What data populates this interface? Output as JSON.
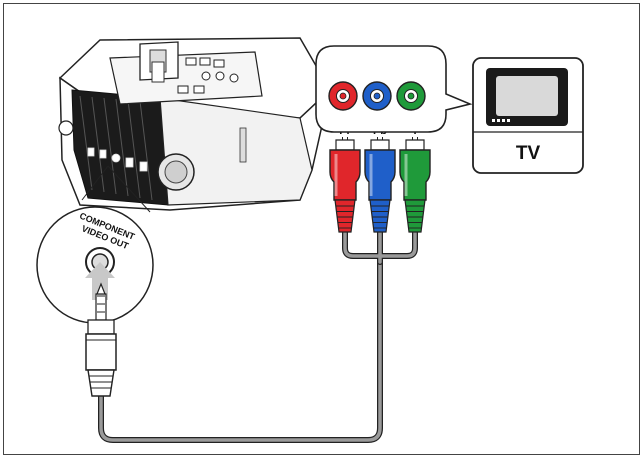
{
  "diagram": {
    "port_label_line1": "COMPONENT",
    "port_label_line2": "VIDEO OUT",
    "tv_label": "TV",
    "jacks": [
      {
        "label": "Pr",
        "color": "#e0262b"
      },
      {
        "label": "Pb",
        "color": "#1f5fc9"
      },
      {
        "label": "Y",
        "color": "#1f9a3a"
      }
    ],
    "cable_color": "#9a9a9a",
    "device_color": "#1a1a1a",
    "arrow_color": "#c8c8c8"
  }
}
